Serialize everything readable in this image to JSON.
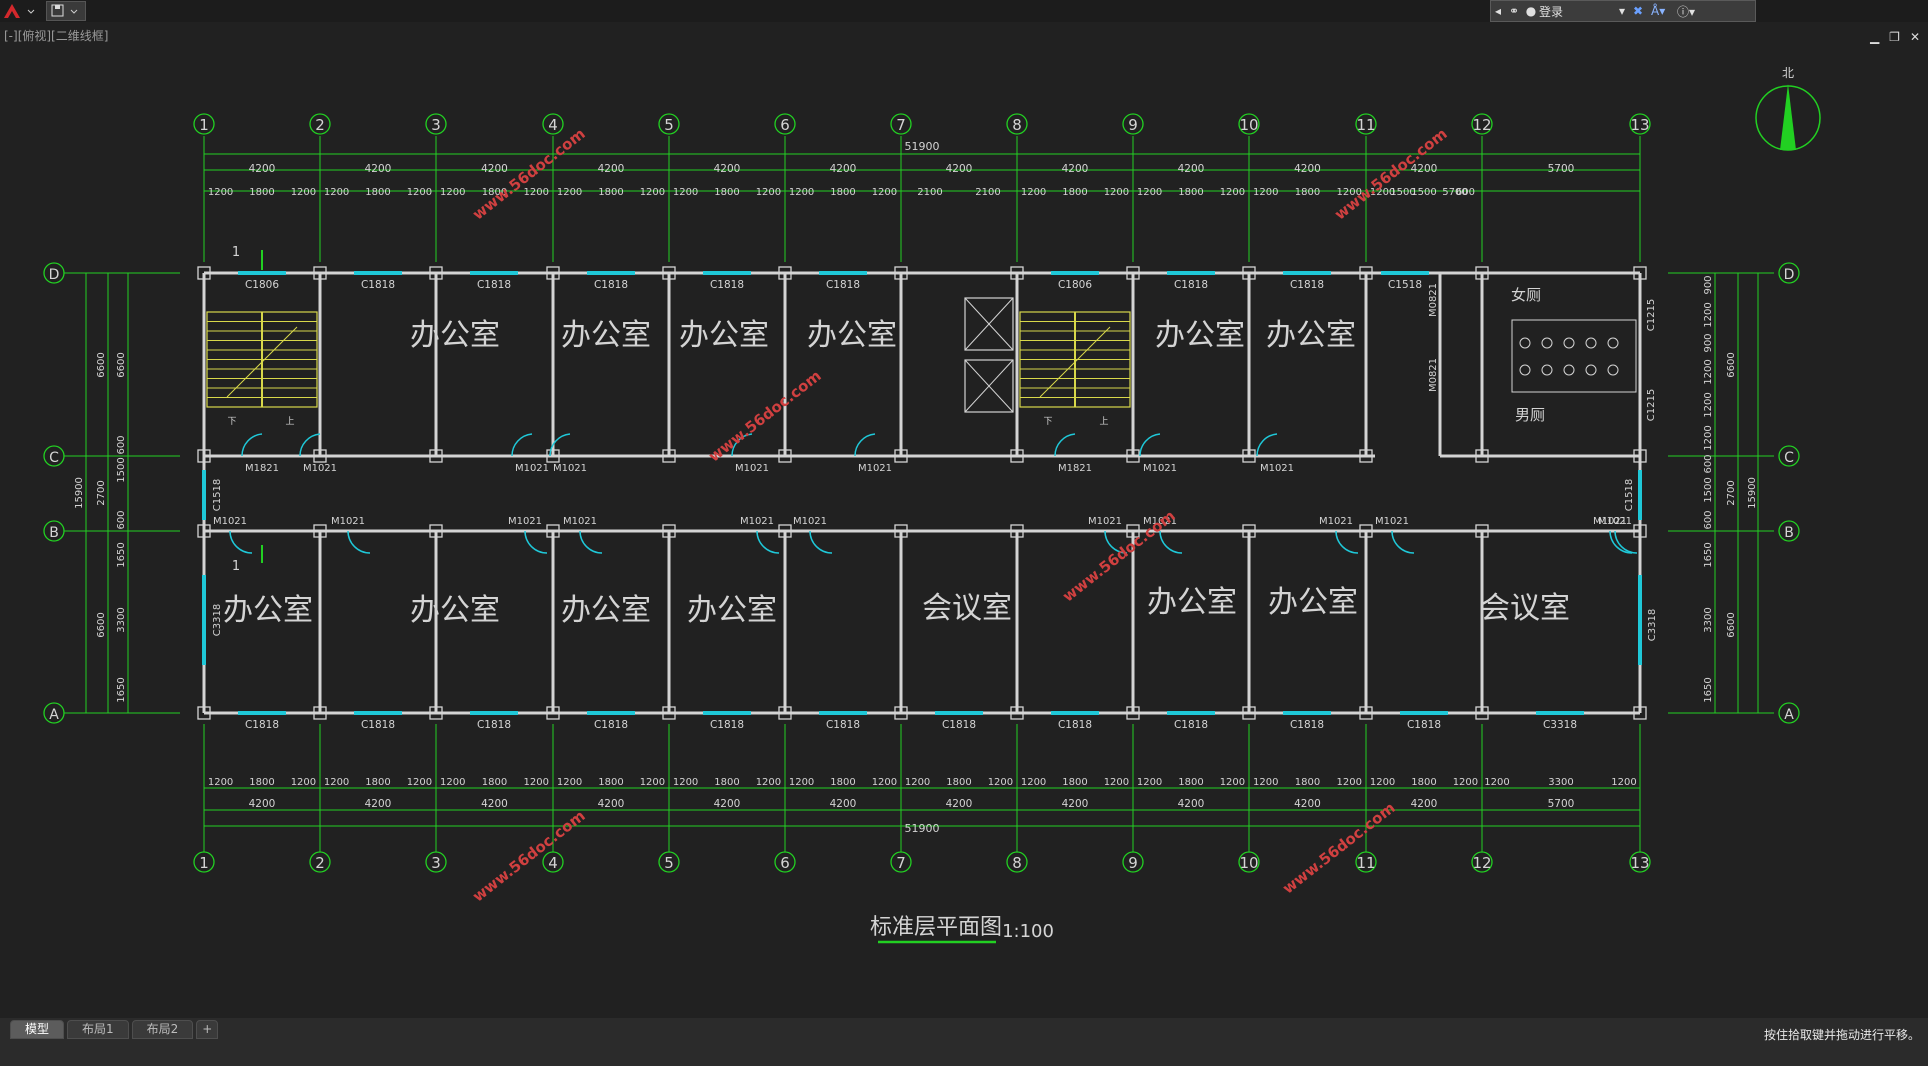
{
  "titlebar": {
    "login_label": "登录"
  },
  "viewport": {
    "label": "[-][俯视][二维线框]"
  },
  "drawing": {
    "north": "北",
    "title": "标准层平面图",
    "scale": "1:100",
    "watermark": "www.56doc.com",
    "axes_cols": [
      "1",
      "2",
      "3",
      "4",
      "5",
      "6",
      "7",
      "8",
      "9",
      "10",
      "11",
      "12",
      "13"
    ],
    "axes_rows": [
      "D",
      "C",
      "B",
      "A"
    ],
    "total_dim": "51900",
    "bay_dims": [
      "4200",
      "4200",
      "4200",
      "4200",
      "4200",
      "4200",
      "4200",
      "4200",
      "4200",
      "4200",
      "4200",
      "5700"
    ],
    "top_sub_dims": [
      "1200",
      "1800",
      "1200",
      "1200",
      "1800",
      "1200",
      "1200",
      "1800",
      "1200",
      "1200",
      "1800",
      "1200",
      "1200",
      "1800",
      "1200",
      "1200",
      "1800",
      "1200",
      "2100",
      "2100",
      "1200",
      "1800",
      "1200",
      "1200",
      "1800",
      "1200",
      "1200",
      "1800",
      "1200",
      "1200",
      "1500",
      "600",
      "1500",
      "5700"
    ],
    "bottom_sub_dims": [
      "1200",
      "1800",
      "1200",
      "1200",
      "1800",
      "1200",
      "1200",
      "1800",
      "1200",
      "1200",
      "1800",
      "1200",
      "1200",
      "1800",
      "1200",
      "1200",
      "1800",
      "1200",
      "1200",
      "1800",
      "1200",
      "1200",
      "1800",
      "1200",
      "1200",
      "1800",
      "1200",
      "1200",
      "1800",
      "1200",
      "1200",
      "1800",
      "1200",
      "1200",
      "3300",
      "1200"
    ],
    "rooms": {
      "office": "办公室",
      "meeting": "会议室",
      "women": "女厕",
      "men": "男厕"
    },
    "win_top": [
      "C1806",
      "C1818",
      "C1818",
      "C1818",
      "C1818",
      "C1818",
      "C1806",
      "C1818",
      "C1818",
      "C1518"
    ],
    "win_bottom": [
      "C1818",
      "C1818",
      "C1818",
      "C1818",
      "C1818",
      "C1818",
      "C1818",
      "C1818",
      "C1818",
      "C1818",
      "C1818",
      "C3318"
    ],
    "doors_c": [
      "M1821",
      "M1021",
      "M1021",
      "M1021",
      "M1021",
      "M1021",
      "M1821",
      "M1021",
      "M1021"
    ],
    "doors_b": [
      "M1021",
      "M1021",
      "M1021",
      "M1021",
      "M1021",
      "M1021",
      "M1021",
      "M1021",
      "M1021",
      "M1021",
      "M1021",
      "M1021"
    ],
    "left_dims": {
      "outer_total": "15900",
      "a": "6600",
      "b": "2700",
      "c": "6600",
      "s1": "6600",
      "s2": "1500",
      "s3": "600",
      "s4": "600",
      "s5": "1650",
      "s6": "3300",
      "s7": "1650"
    },
    "right_dims": {
      "outer_total": "15900",
      "r1": "900",
      "r2": "1200",
      "r3": "900",
      "r4": "1200",
      "r5": "1200",
      "r6": "1200",
      "r7": "600",
      "r8": "1500",
      "r9": "600",
      "r10": "1650",
      "r11": "3300",
      "r12": "1650",
      "rt1": "6600",
      "rt2": "2700",
      "rt3": "6600"
    },
    "misc_labels": {
      "c1518": "C1518",
      "c3318": "C3318",
      "m0821": "M0821",
      "c1215": "C1215",
      "down": "下",
      "up": "上",
      "section": "1"
    }
  },
  "layout_tabs": [
    "模型",
    "布局1",
    "布局2",
    "+"
  ],
  "status_text": "按住拾取键并拖动进行平移。"
}
